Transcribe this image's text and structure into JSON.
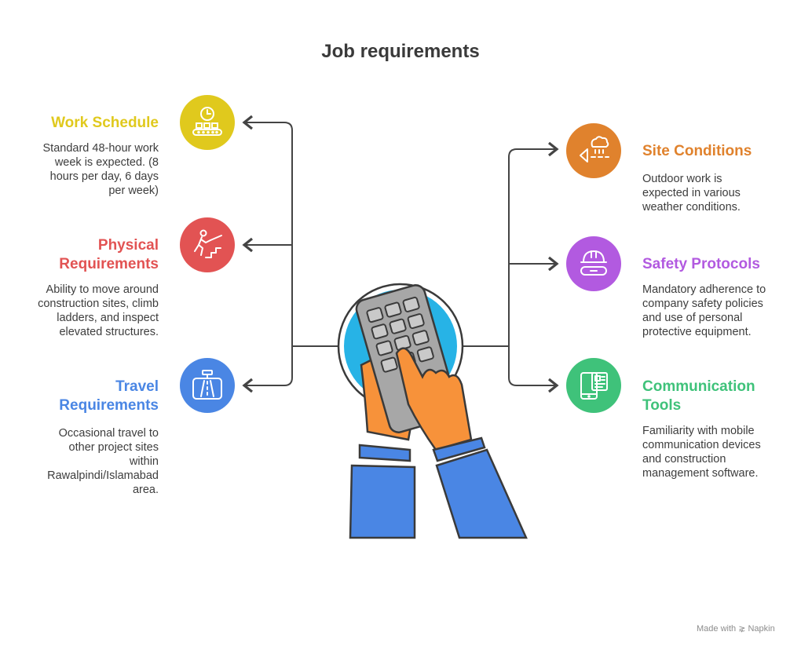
{
  "title": "Job requirements",
  "colors": {
    "yellow": "#E0C91D",
    "red": "#E25353",
    "blue": "#4A86E4",
    "orange": "#E0822D",
    "purple": "#B25AE0",
    "green": "#3FC27A"
  },
  "items": [
    {
      "heading": "Work Schedule",
      "description": [
        "Standard 48-hour work",
        "week is expected. (8",
        "hours per day, 6 days",
        "per week)"
      ],
      "icon": "clock-conveyor-icon",
      "color": "#E0C91D"
    },
    {
      "heading": [
        "Physical",
        "Requirements"
      ],
      "description": [
        "Ability to move around",
        "construction sites, climb",
        "ladders, and inspect",
        "elevated structures."
      ],
      "icon": "stair-climb-icon",
      "color": "#E25353"
    },
    {
      "heading": [
        "Travel",
        "Requirements"
      ],
      "description": [
        "Occasional travel to",
        "other project sites",
        "within",
        "Rawalpindi/Islamabad",
        "area."
      ],
      "icon": "road-sign-icon",
      "color": "#4A86E4"
    },
    {
      "heading": "Site Conditions",
      "description": [
        "Outdoor work is",
        "expected in various",
        "weather conditions."
      ],
      "icon": "weather-icon",
      "color": "#E0822D"
    },
    {
      "heading": "Safety Protocols",
      "description": [
        "Mandatory adherence to",
        "company safety policies",
        "and use of personal",
        "protective equipment."
      ],
      "icon": "hardhat-goggles-icon",
      "color": "#B25AE0"
    },
    {
      "heading": [
        "Communication",
        "Tools"
      ],
      "description": [
        "Familiarity with mobile",
        "communication devices",
        "and construction",
        "management software."
      ],
      "icon": "phone-document-icon",
      "color": "#3FC27A"
    }
  ],
  "footer": "Made with ⋧ Napkin"
}
